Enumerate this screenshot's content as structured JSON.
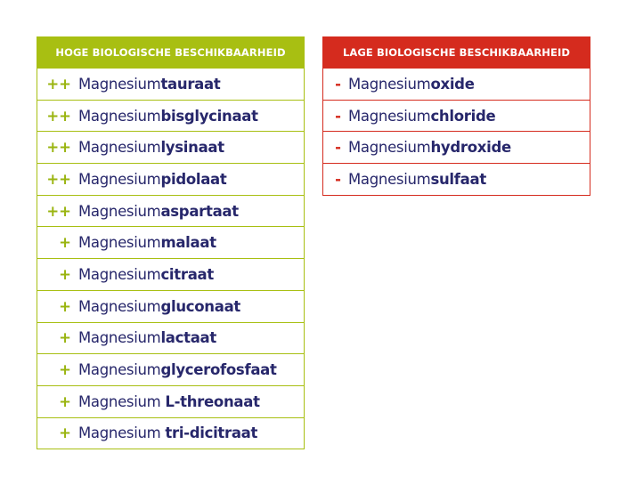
{
  "high_table": {
    "header": "HOGE BIOLOGISCHE BESCHIKBAARHEID",
    "color": "#a8bf12",
    "rows": [
      {
        "mark": "++",
        "prefix": "Magnesium",
        "suffix": "tauraat"
      },
      {
        "mark": "++",
        "prefix": "Magnesium",
        "suffix": "bisglycinaat"
      },
      {
        "mark": "++",
        "prefix": "Magnesium",
        "suffix": "lysinaat"
      },
      {
        "mark": "++",
        "prefix": "Magnesium",
        "suffix": "pidolaat"
      },
      {
        "mark": "++",
        "prefix": "Magnesium",
        "suffix": "aspartaat"
      },
      {
        "mark": "+",
        "prefix": "Magnesium",
        "suffix": "malaat"
      },
      {
        "mark": "+",
        "prefix": "Magnesium",
        "suffix": "citraat"
      },
      {
        "mark": "+",
        "prefix": "Magnesium",
        "suffix": "gluconaat"
      },
      {
        "mark": "+",
        "prefix": "Magnesium",
        "suffix": "lactaat"
      },
      {
        "mark": "+",
        "prefix": "Magnesium",
        "suffix": "glycerofosfaat"
      },
      {
        "mark": "+",
        "prefix": "Magnesium ",
        "suffix": "L-threonaat"
      },
      {
        "mark": "+",
        "prefix": "Magnesium ",
        "suffix": "tri-dicitraat"
      }
    ]
  },
  "low_table": {
    "header": "LAGE BIOLOGISCHE BESCHIKBAARHEID",
    "color": "#d52b1e",
    "rows": [
      {
        "mark": "-",
        "prefix": "Magnesium",
        "suffix": "oxide"
      },
      {
        "mark": "-",
        "prefix": "Magnesium",
        "suffix": "chloride"
      },
      {
        "mark": "-",
        "prefix": "Magnesium",
        "suffix": "hydroxide"
      },
      {
        "mark": "-",
        "prefix": "Magnesium",
        "suffix": "sulfaat"
      }
    ]
  }
}
